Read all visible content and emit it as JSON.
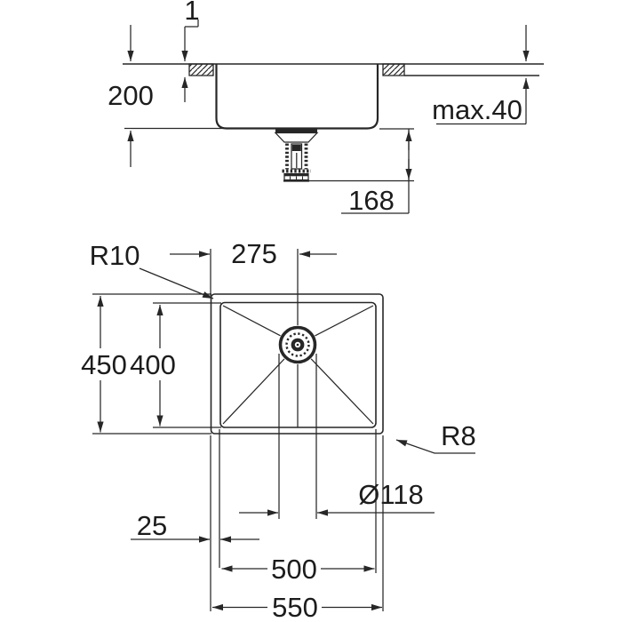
{
  "drawing": {
    "kind": "sink technical drawing, two orthographic views"
  },
  "views": {
    "section": {
      "labels": {
        "rim_gap": "1",
        "depth": "200",
        "counter_max": "max.40",
        "drain_height": "168"
      }
    },
    "plan": {
      "labels": {
        "inner_radius": "R10",
        "drain_from_left": "275",
        "overall_depth": "450",
        "bowl_depth": "400",
        "outer_radius": "R8",
        "drain_diameter": "Ø118",
        "rim_width": "25",
        "bowl_width": "500",
        "overall_width": "550"
      }
    }
  },
  "colors": {
    "line": "#272727",
    "text": "#1c1c1c",
    "background": "#ffffff"
  }
}
